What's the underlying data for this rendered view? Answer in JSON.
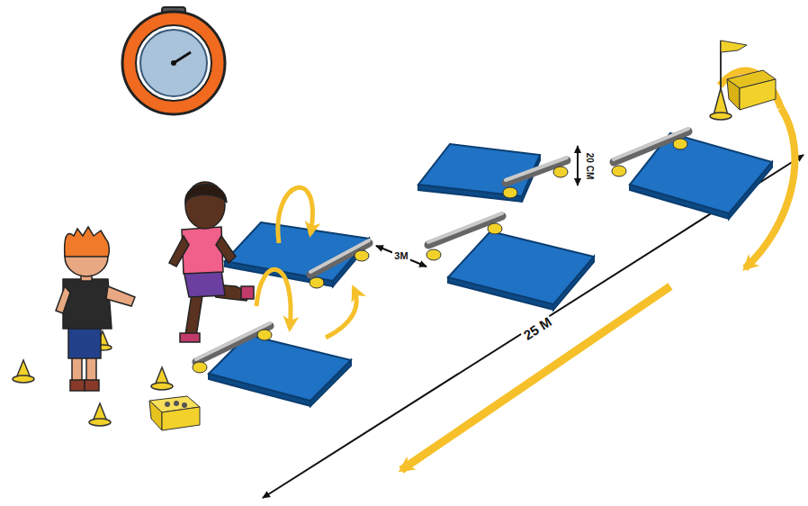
{
  "diagram": {
    "labels": [
      "20 CM",
      "3M",
      "25 M"
    ]
  }
}
